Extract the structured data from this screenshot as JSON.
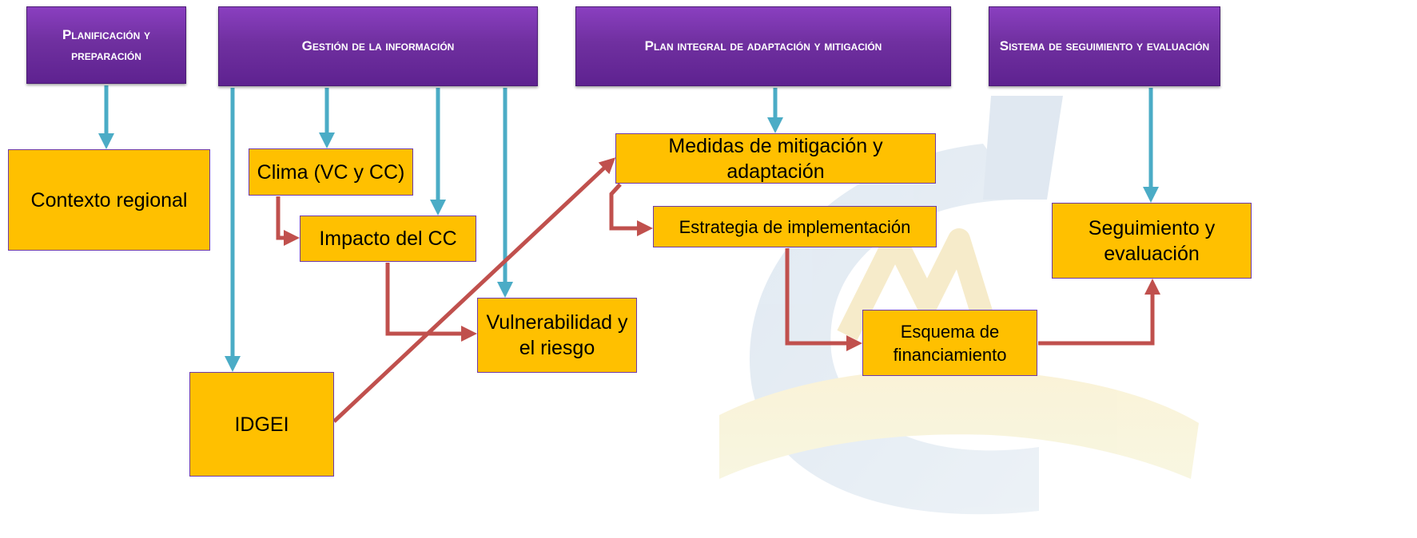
{
  "headers": {
    "planificacion": "Planificación y preparación",
    "gestion": "Gestión de la información",
    "plan_integral": "Plan integral de adaptación y mitigación",
    "sistema": "Sistema de seguimiento y evaluación"
  },
  "boxes": {
    "contexto": "Contexto regional",
    "clima": "Clima (VC y CC)",
    "impacto": "Impacto del CC",
    "vulnerabilidad": "Vulnerabilidad y el riesgo",
    "idgei": "IDGEI",
    "medidas": "Medidas de mitigación y adaptación",
    "estrategia": "Estrategia de implementación",
    "esquema": "Esquema de financiamiento",
    "seguimiento": "Seguimiento y evaluación"
  },
  "colors": {
    "header": "#7030a0",
    "box": "#ffc000",
    "arrow_blue": "#4bacc6",
    "arrow_red": "#c0504d"
  }
}
